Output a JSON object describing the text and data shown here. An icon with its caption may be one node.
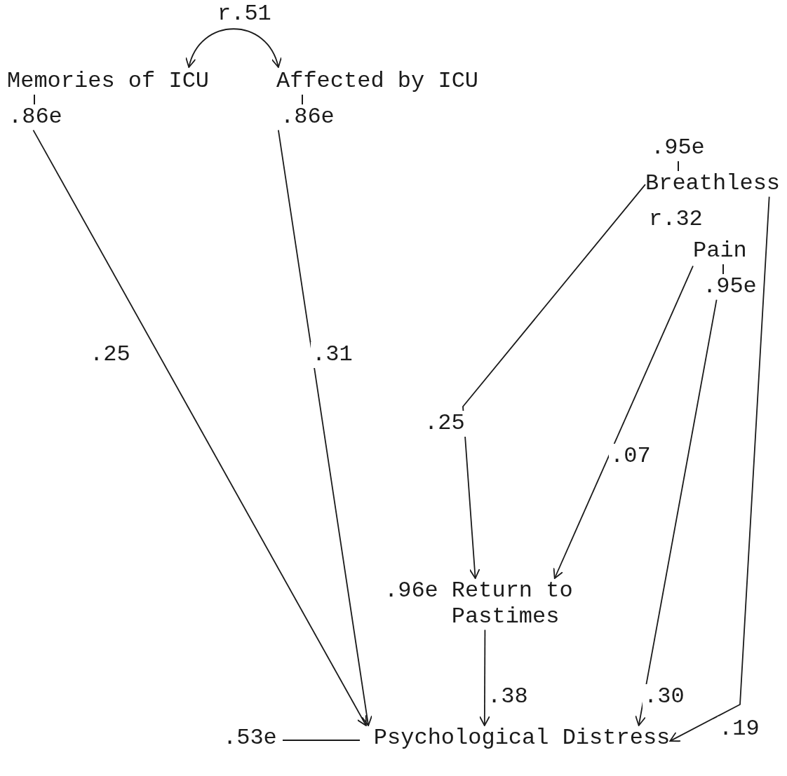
{
  "diagram": {
    "nodes": [
      {
        "text": [
          "Memories of ICU"
        ],
        "beside": [
          ".86e"
        ]
      },
      {
        "text": [
          "Affected by ICU"
        ],
        "beside": [
          ".86e"
        ]
      },
      {
        "text": [
          "Breathless"
        ],
        "beside": [
          ".95e"
        ]
      },
      {
        "text": [
          "Pain"
        ],
        "beside": [
          ".95e"
        ]
      },
      {
        "text": [
          "Return to Pastimes"
        ],
        "beside": [
          ".96e"
        ]
      },
      {
        "text": [
          "Psychological Distress"
        ],
        "beside": [
          ".53e"
        ]
      }
    ],
    "edges": [
      {
        "from": 0,
        "to": 1,
        "arrow": "both",
        "label": "r.51"
      },
      {
        "from": 0,
        "to": 5,
        "arrow": "to",
        "label": ".25"
      },
      {
        "from": 1,
        "to": 5,
        "arrow": "to",
        "label": ".31"
      },
      {
        "from": 2,
        "to": 4,
        "arrow": "to",
        "label": ".25"
      },
      {
        "from": 3,
        "to": 4,
        "arrow": "to",
        "label": ".07"
      },
      {
        "from": 3,
        "to": 5,
        "arrow": "to",
        "label": ".30"
      },
      {
        "from": 2,
        "to": 5,
        "arrow": "to",
        "label": ".19"
      },
      {
        "from": 4,
        "to": 5,
        "arrow": "to",
        "label": ".38"
      }
    ],
    "labels": [
      "r.32"
    ]
  }
}
